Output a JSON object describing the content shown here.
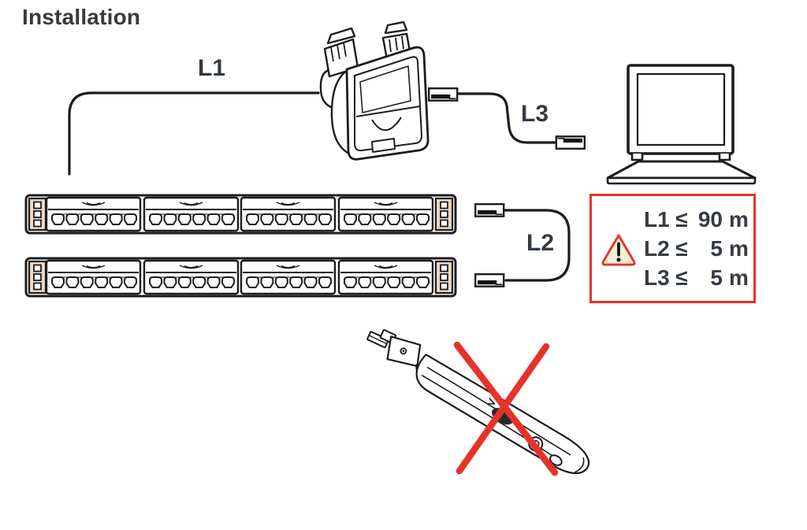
{
  "page": {
    "title": "Installation"
  },
  "cable_labels": {
    "l1": "L1",
    "l2": "L2",
    "l3": "L3"
  },
  "warning_box": {
    "rows": [
      {
        "label": "L1",
        "operator": "≤",
        "value": "90",
        "unit": "m"
      },
      {
        "label": "L2",
        "operator": "≤",
        "value": "5",
        "unit": "m"
      },
      {
        "label": "L3",
        "operator": "≤",
        "value": "5",
        "unit": "m"
      }
    ]
  },
  "diagram": {
    "patch_panels": {
      "count": 2,
      "groups_per_panel": 4,
      "ports_per_group": 6
    },
    "icons": {
      "warning": "warning-triangle-icon",
      "prohibition": "red-cross-icon",
      "computer": "laptop-icon",
      "outlet": "wall-outlet-icon",
      "panel": "patch-panel-icon",
      "plug": "rj45-plug-icon",
      "tool": "punch-down-tool-icon"
    }
  },
  "colors": {
    "accent_red": "#e6332a",
    "line": "#1c1c1c",
    "label_text": "#333945",
    "triangle_fill": "#f6efd8",
    "bracket_fill": "#ecd9c6"
  }
}
